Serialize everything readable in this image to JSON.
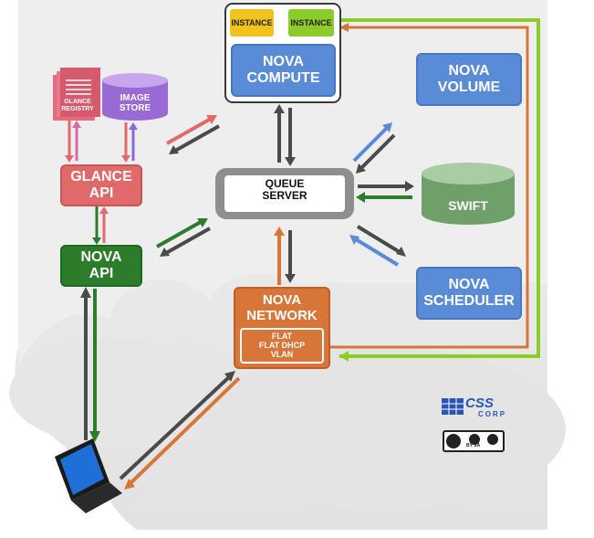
{
  "nodes": {
    "instance_1": "INSTANCE",
    "instance_2": "INSTANCE",
    "nova_compute": "NOVA\nCOMPUTE",
    "nova_volume": "NOVA\nVOLUME",
    "glance_registry": "GLANCE\nREGISTRY",
    "image_store": "IMAGE\nSTORE",
    "glance_api": "GLANCE\nAPI",
    "queue_server": "QUEUE\nSERVER",
    "swift": "SWIFT",
    "nova_api": "NOVA\nAPI",
    "nova_scheduler": "NOVA\nSCHEDULER",
    "nova_network": "NOVA\nNETWORK",
    "network_modes": "FLAT\nFLAT DHCP\nVLAN"
  },
  "logo": {
    "css_corp_text": "CSS",
    "corp_text": "CORP",
    "cc_text": "BY  SA"
  },
  "colors": {
    "blue": "#5a8bd6",
    "red": "#e06a6a",
    "green": "#2c7c2c",
    "orange": "#d8763a",
    "lime": "#8ccc2a",
    "cloud": "#e9e9e9",
    "gray_arrow": "#4a4a4a"
  }
}
